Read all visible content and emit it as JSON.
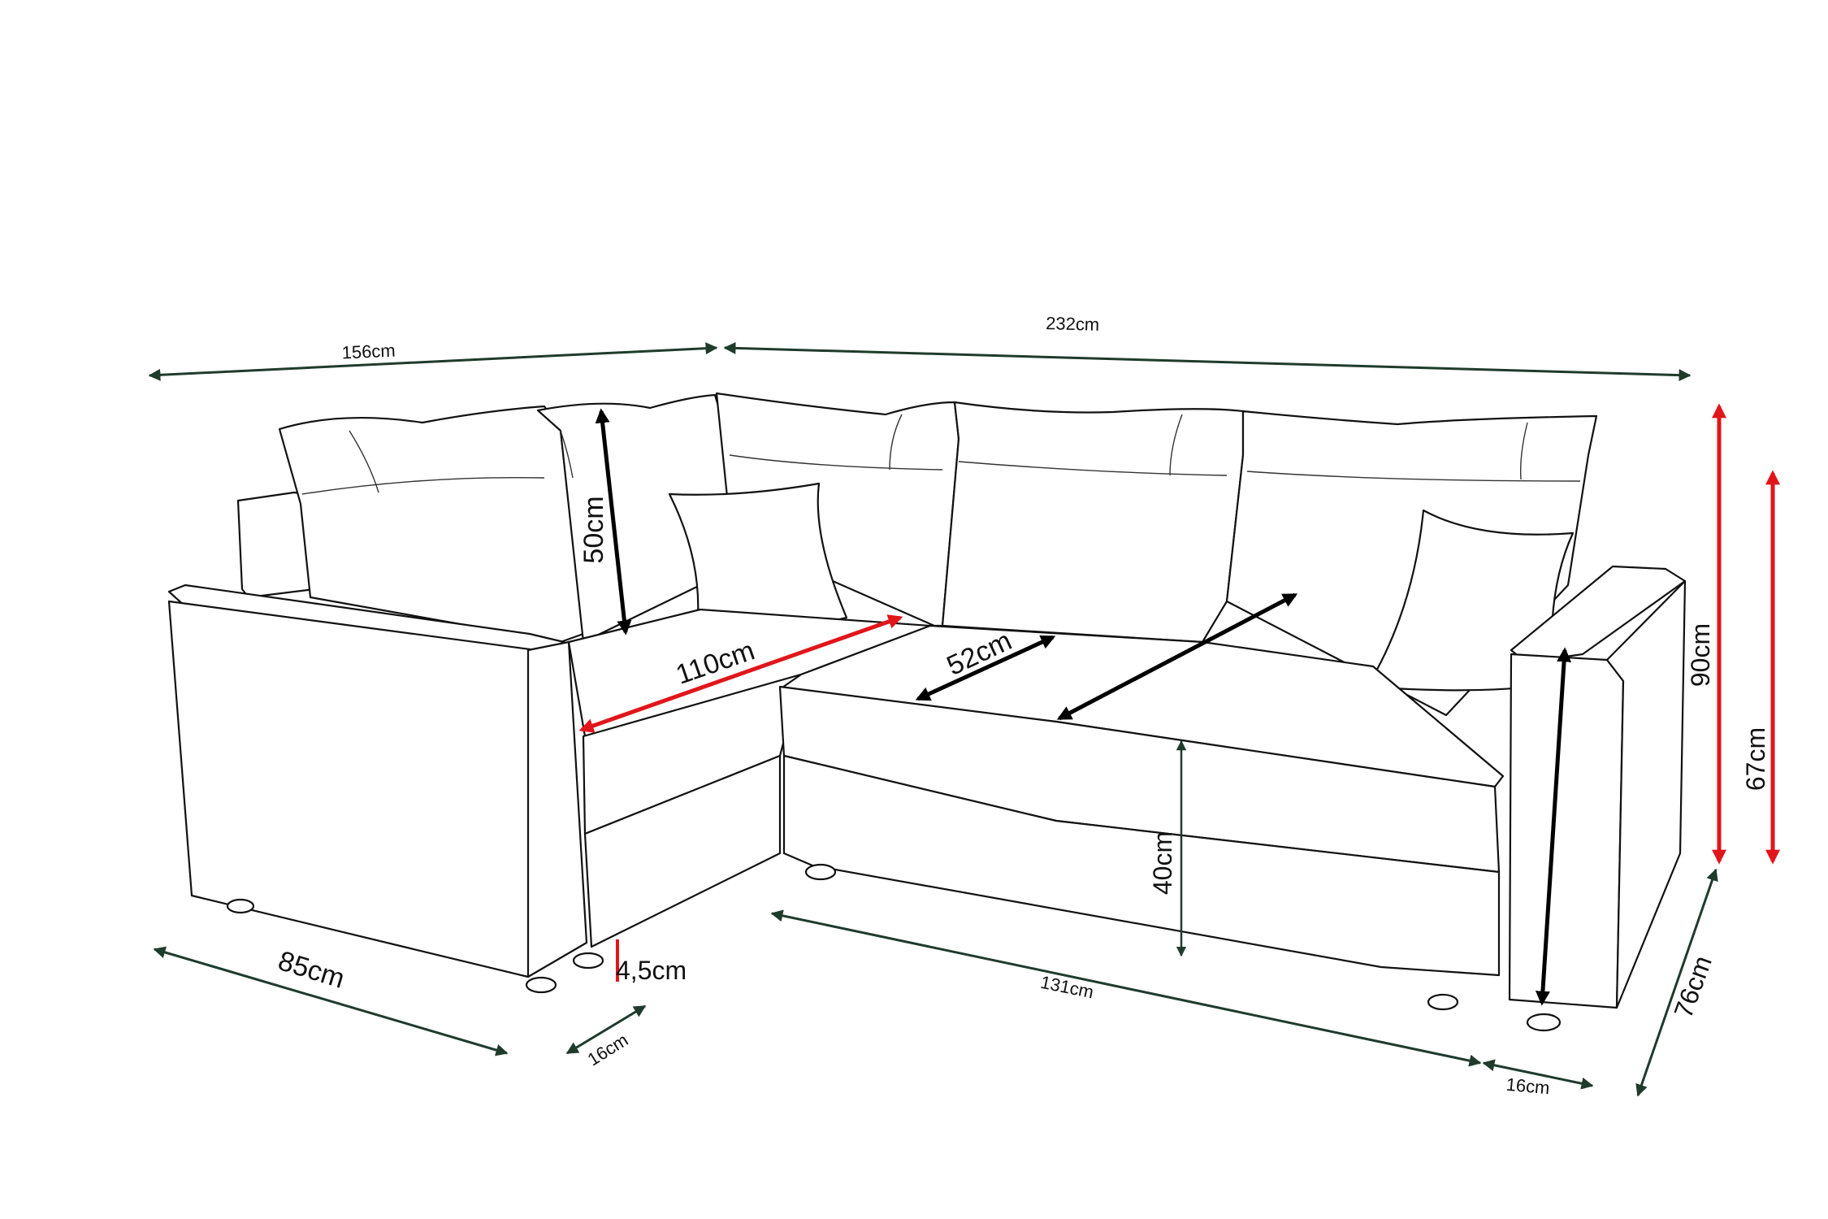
{
  "colors": {
    "outline": "#111111",
    "dimension_dark": "#1f3b2c",
    "dimension_black": "#000000",
    "dimension_red": "#e0161b",
    "background": "#ffffff"
  },
  "dimensions": {
    "overall_left_width": "156cm",
    "overall_right_width": "232cm",
    "backrest_height": "50cm",
    "seat_width_left": "110cm",
    "seat_depth": "52cm",
    "total_height": "90cm",
    "back_height": "67cm",
    "seat_height": "40cm",
    "left_depth": "85cm",
    "leg_height": "4,5cm",
    "left_arm_width": "16cm",
    "seat_length_right": "131cm",
    "right_arm_width": "16cm",
    "right_depth": "76cm"
  }
}
